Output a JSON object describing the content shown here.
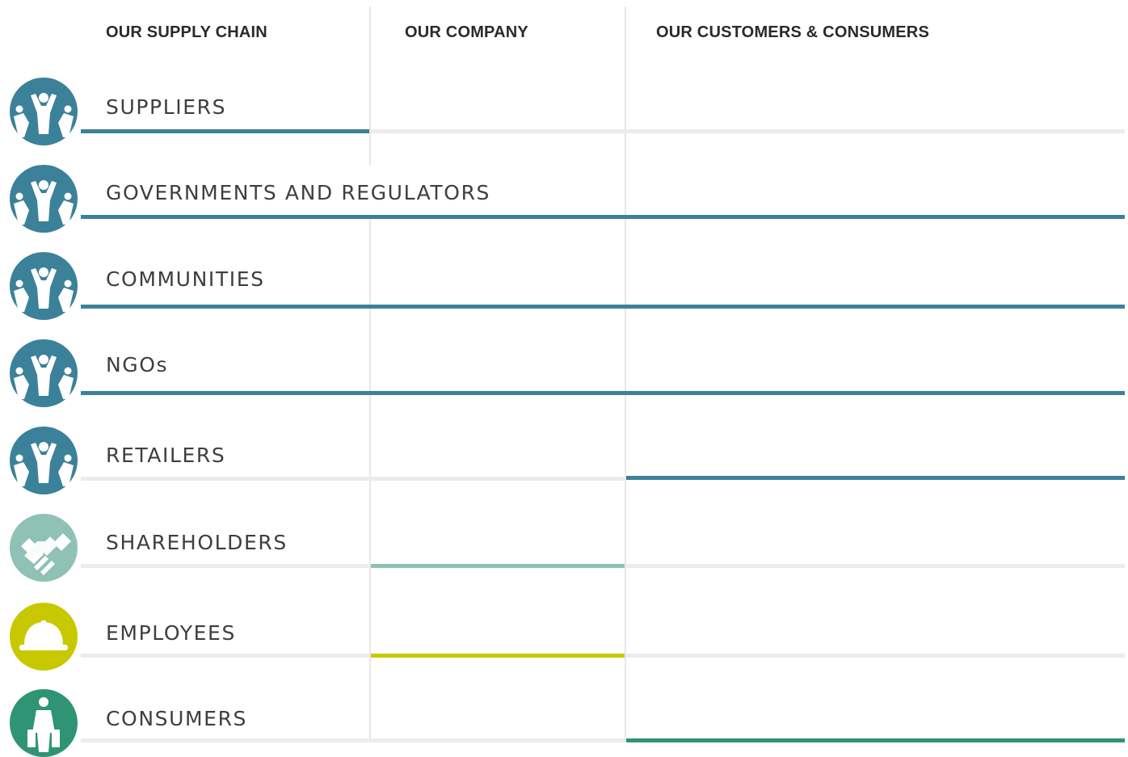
{
  "columns": [
    "OUR SUPPLY CHAIN",
    "OUR COMPANY",
    "OUR CUSTOMERS & CONSUMERS"
  ],
  "rows": [
    {
      "label": "SUPPLIERS",
      "icon": "people-group-icon",
      "color": "#3b8199"
    },
    {
      "label": "GOVERNMENTS AND REGULATORS",
      "icon": "people-group-icon",
      "color": "#3b8199"
    },
    {
      "label": "COMMUNITIES",
      "icon": "people-group-icon",
      "color": "#3b8199"
    },
    {
      "label": "NGOs",
      "icon": "people-group-icon",
      "color": "#3b8199"
    },
    {
      "label": "RETAILERS",
      "icon": "people-group-icon",
      "color": "#3b8199"
    },
    {
      "label": "SHAREHOLDERS",
      "icon": "handshake-icon",
      "color": "#8fc1b5"
    },
    {
      "label": "EMPLOYEES",
      "icon": "hard-hat-icon",
      "color": "#c8c800"
    },
    {
      "label": "CONSUMERS",
      "icon": "shopper-icon",
      "color": "#2e9474"
    }
  ]
}
